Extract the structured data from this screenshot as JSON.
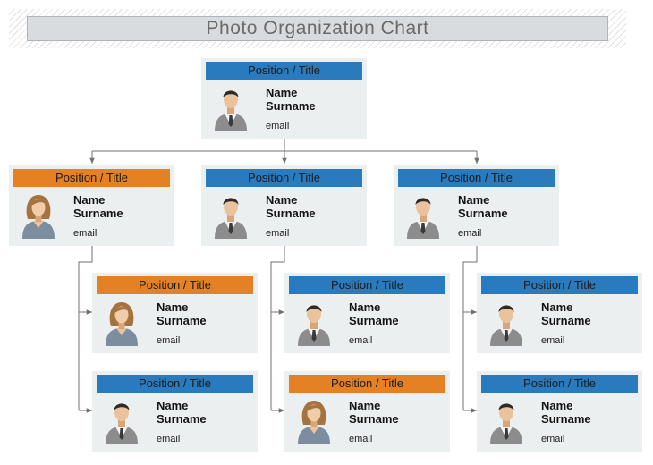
{
  "title": "Photo Organization Chart",
  "colors": {
    "blue": "#2a7bbd",
    "orange": "#e58125",
    "card": "#eceff0",
    "line": "#707070"
  },
  "nodes": [
    {
      "id": "root",
      "title": "Position / Title",
      "name": "Name",
      "surname": "Surname",
      "email": "email",
      "color": "blue",
      "photo": "man"
    },
    {
      "id": "mgr-1",
      "title": "Position / Title",
      "name": "Name",
      "surname": "Surname",
      "email": "email",
      "color": "orange",
      "photo": "woman"
    },
    {
      "id": "mgr-2",
      "title": "Position / Title",
      "name": "Name",
      "surname": "Surname",
      "email": "email",
      "color": "blue",
      "photo": "man"
    },
    {
      "id": "mgr-3",
      "title": "Position / Title",
      "name": "Name",
      "surname": "Surname",
      "email": "email",
      "color": "blue",
      "photo": "man"
    },
    {
      "id": "sub-1-1",
      "title": "Position / Title",
      "name": "Name",
      "surname": "Surname",
      "email": "email",
      "color": "orange",
      "photo": "woman"
    },
    {
      "id": "sub-2-1",
      "title": "Position / Title",
      "name": "Name",
      "surname": "Surname",
      "email": "email",
      "color": "blue",
      "photo": "man"
    },
    {
      "id": "sub-3-1",
      "title": "Position / Title",
      "name": "Name",
      "surname": "Surname",
      "email": "email",
      "color": "blue",
      "photo": "man"
    },
    {
      "id": "sub-1-2",
      "title": "Position / Title",
      "name": "Name",
      "surname": "Surname",
      "email": "email",
      "color": "blue",
      "photo": "man"
    },
    {
      "id": "sub-2-2",
      "title": "Position / Title",
      "name": "Name",
      "surname": "Surname",
      "email": "email",
      "color": "orange",
      "photo": "woman"
    },
    {
      "id": "sub-3-2",
      "title": "Position / Title",
      "name": "Name",
      "surname": "Surname",
      "email": "email",
      "color": "blue",
      "photo": "man"
    }
  ]
}
